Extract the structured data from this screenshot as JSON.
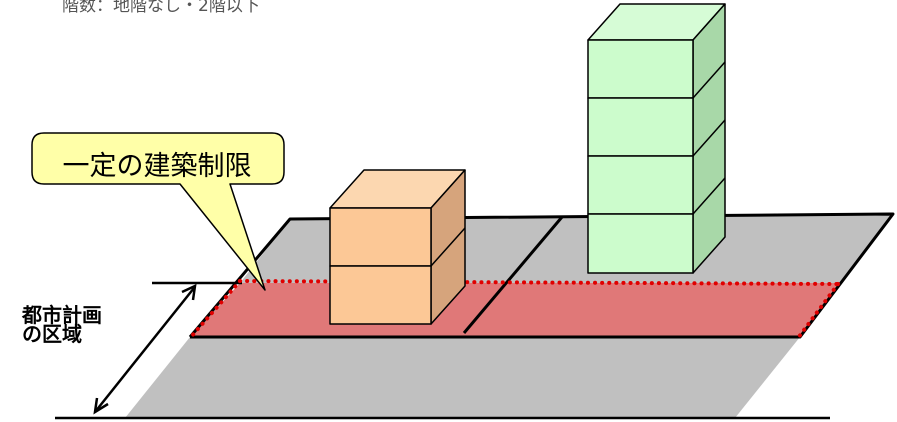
{
  "top_note": "階数：地階なし・2階以下",
  "callout": {
    "text": "一定の建築制限"
  },
  "zone_label": {
    "line1": "都市計画",
    "line2": "の区域"
  },
  "colors": {
    "ground": "#c0c0c0",
    "zone_fill": "#e07878",
    "zone_dots": "#e00000",
    "callout_fill": "#ffffa8",
    "low_building_front": "#fcc896",
    "low_building_top": "#fcd7b0",
    "low_building_side": "#d6a47c",
    "tall_building_front": "#ccfccc",
    "tall_building_top": "#d6fcd6",
    "tall_building_side": "#a8d8a8"
  },
  "buildings": [
    {
      "name": "low-building",
      "floors": 2
    },
    {
      "name": "tall-building",
      "floors": 4
    }
  ]
}
